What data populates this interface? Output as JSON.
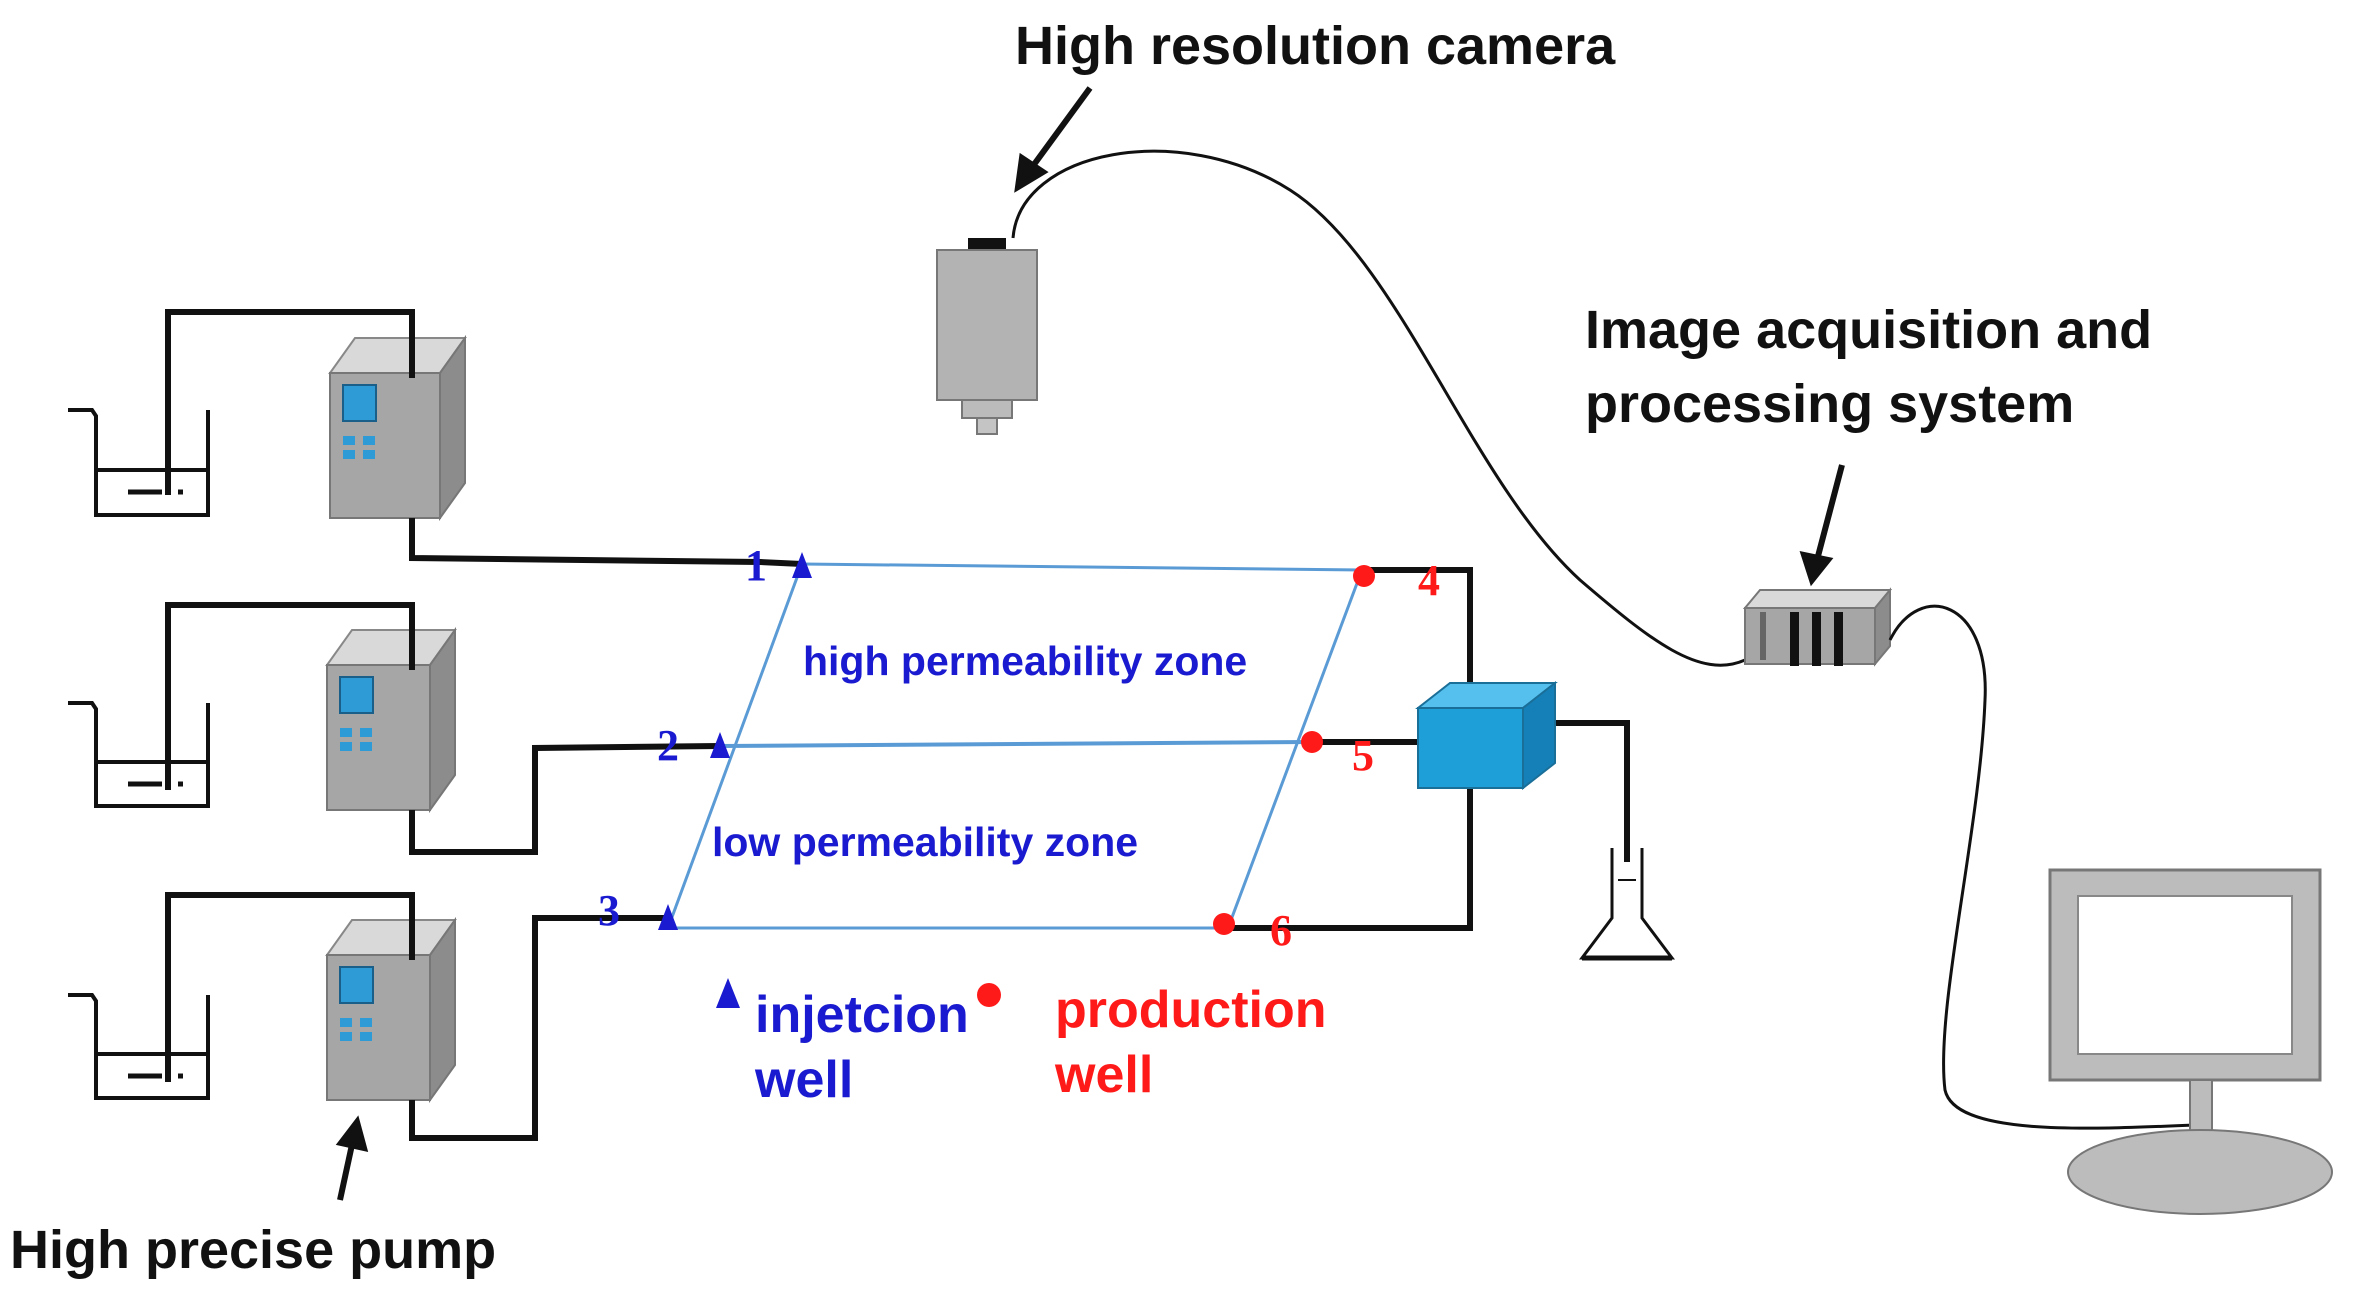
{
  "labels": {
    "camera": "High resolution camera",
    "acquisition_line1": "Image acquisition and",
    "acquisition_line2": "processing system",
    "pump": "High precise pump",
    "high_zone": "high permeability zone",
    "low_zone": "low permeability zone",
    "injection_line1": "injetcion",
    "injection_line2": "well",
    "production_line1": "production",
    "production_line2": "well"
  },
  "wells": {
    "injection": [
      "1",
      "2",
      "3"
    ],
    "production": [
      "4",
      "5",
      "6"
    ]
  },
  "colors": {
    "injection": "#1a1ad0",
    "production": "#ff1a1a",
    "tubing": "#111111",
    "model_outline": "#5b9bd5",
    "pump_body": "#a6a6a6",
    "pump_screen": "#2e9bd6",
    "collector": "#1f9fd8"
  }
}
